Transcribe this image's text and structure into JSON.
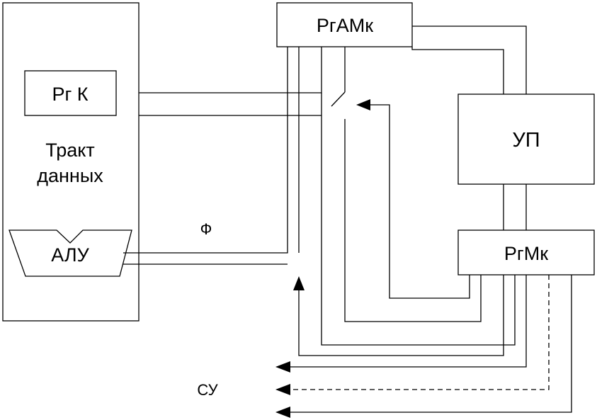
{
  "blocks": {
    "data_path": {
      "label_line1": "Тракт",
      "label_line2": "данных"
    },
    "reg_k": {
      "label": "Рг К"
    },
    "alu": {
      "label": "АЛУ"
    },
    "reg_amk": {
      "label": "РгАМк"
    },
    "control_unit": {
      "label": "УП"
    },
    "reg_mk": {
      "label": "РгМк"
    }
  },
  "signals": {
    "flag": "Ф",
    "control_signals": "СУ"
  },
  "colors": {
    "stroke": "#000000",
    "background": "#ffffff"
  }
}
